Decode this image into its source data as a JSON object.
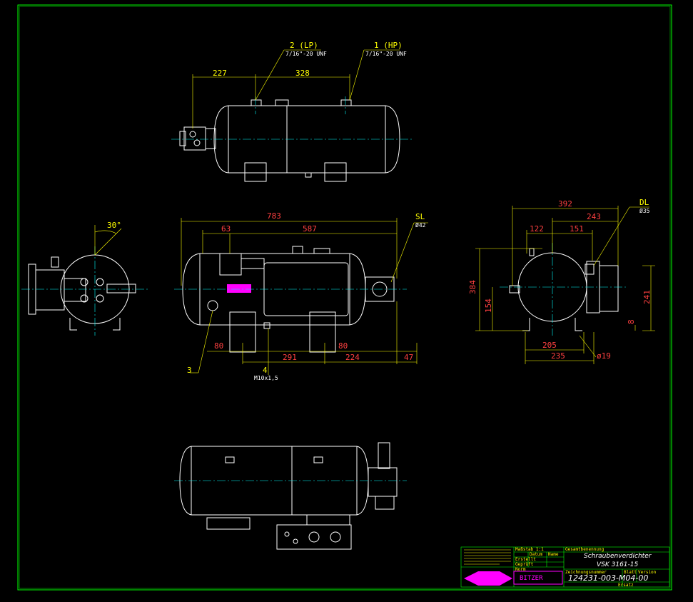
{
  "colors": {
    "background": "#000000",
    "frame": "#00ff00",
    "outline": "#ffffff",
    "dimension": "#ffff00",
    "center": "#00ffff",
    "accent": "#ff00ff",
    "redtext": "#ff4040"
  },
  "top_view": {
    "dims": {
      "d227": "227",
      "d328": "328"
    },
    "conn2": {
      "name": "2 (LP)",
      "thread": "7/16\"-20 UNF"
    },
    "conn1": {
      "name": "1 (HP)",
      "thread": "7/16\"-20 UNF"
    }
  },
  "left_view": {
    "angle": "30°"
  },
  "front_view": {
    "dims": {
      "overall": "783",
      "d63": "63",
      "d587": "587",
      "d80a": "80",
      "d291": "291",
      "d224": "224",
      "d80b": "80",
      "d47": "47"
    },
    "sl": {
      "name": "SL",
      "dia": "Ø42"
    },
    "conn3": "3",
    "conn4": {
      "name": "4",
      "thread": "M10x1,5"
    }
  },
  "side_view": {
    "dims": {
      "d392": "392",
      "d243": "243",
      "d122": "122",
      "d151": "151",
      "d384": "384",
      "d154": "154",
      "d241": "241",
      "d8": "8",
      "d205": "205",
      "d235": "235",
      "d19": "ø19"
    },
    "dl": {
      "name": "DL",
      "dia": "Ø35"
    }
  },
  "title_block": {
    "scale_label": "Maßstab 1:1",
    "cols": [
      "Datum",
      "Name"
    ],
    "rows": [
      "Erstellt",
      "Geprüft",
      "Norm"
    ],
    "description_label": "Gesamtbenennung",
    "title": "Schraubenverdichter",
    "model": "VSK 3161-15",
    "drawing_no_label": "Zeichnungsnummer",
    "drawing_no": "124231-003-M04-00",
    "blatt_label": "Blatt",
    "version_label": "Version",
    "ersatz_label": "Ersatz",
    "logo_text": "BITZER"
  }
}
